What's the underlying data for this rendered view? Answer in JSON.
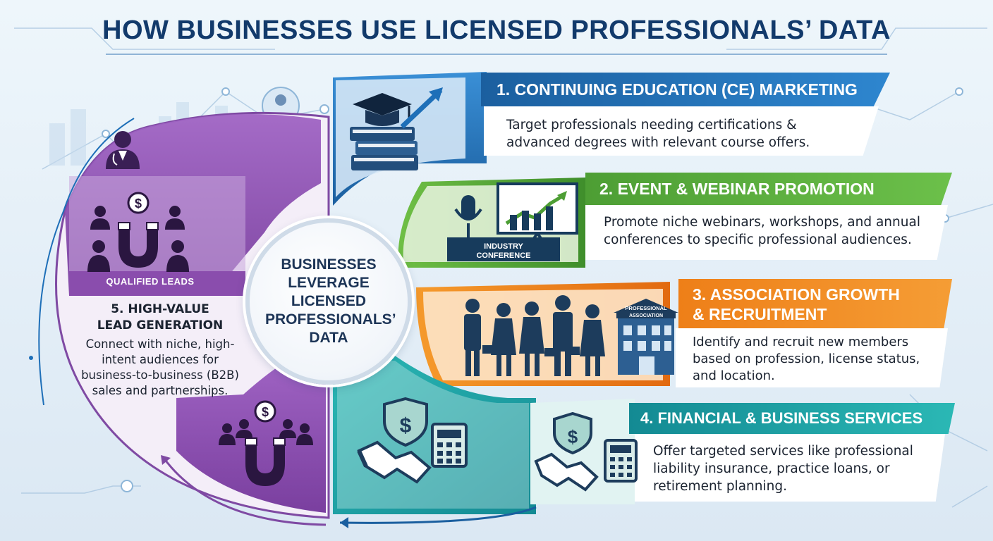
{
  "title": "HOW BUSINESSES USE LICENSED PROFESSIONALS’ DATA",
  "center": {
    "lines": [
      "BUSINESSES",
      "LEVERAGE",
      "LICENSED",
      "PROFESSIONALS’",
      "DATA"
    ]
  },
  "segments": [
    {
      "title": "1. CONTINUING EDUCATION (CE) MARKETING",
      "lines": [
        "Target professionals needing certifications &",
        "advanced degrees with relevant course offers."
      ],
      "color": "#1e6fb8",
      "icon": "graduation-cap-books-icon"
    },
    {
      "title": "2. EVENT & WEBINAR PROMOTION",
      "lines": [
        "Promote niche webinars, workshops, and annual",
        "conferences to specific professional audiences."
      ],
      "color": "#4d9e34",
      "icon": "podium-chart-icon",
      "podium_label": [
        "INDUSTRY",
        "CONFERENCE"
      ]
    },
    {
      "title_lines": [
        "3. ASSOCIATION GROWTH",
        "& RECRUITMENT"
      ],
      "lines": [
        "Identify and recruit new members",
        "based on profession, license status,",
        "and location."
      ],
      "color": "#ee7f18",
      "icon": "professionals-building-icon",
      "building_label": [
        "PROFESSIONAL",
        "ASSOCIATION"
      ]
    },
    {
      "title": "4. FINANCIAL & BUSINESS SERVICES",
      "lines": [
        "Offer targeted services like professional",
        "liability insurance, practice loans, or",
        "retirement planning."
      ],
      "color": "#1aa3a8",
      "icon": "handshake-shield-calculator-icon"
    },
    {
      "title_lines": [
        "5. HIGH-VALUE",
        "LEAD GENERATION"
      ],
      "lines": [
        "Connect with niche, high-",
        "intent audiences for",
        "business-to-business (B2B)",
        "sales and partnerships."
      ],
      "color": "#8b4cae",
      "icon": "magnet-people-icon",
      "badge": "QUALIFIED LEADS"
    }
  ]
}
